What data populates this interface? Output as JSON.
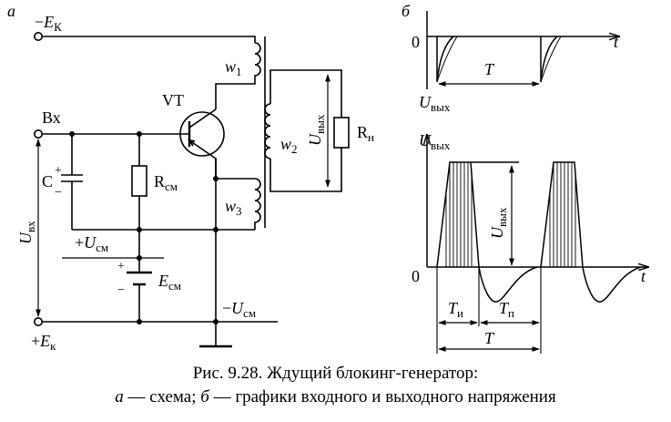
{
  "panel_a": {
    "letter": "а",
    "minus_ek": {
      "sign": "−",
      "sym": "E",
      "sub": "К"
    },
    "plus_ek": {
      "sign": "+",
      "sym": "E",
      "sub": "к"
    },
    "vx": "Вх",
    "vt": "VT",
    "w1": {
      "sym": "w",
      "sub": "1"
    },
    "w2": {
      "sym": "w",
      "sub": "2"
    },
    "w3": {
      "sym": "w",
      "sub": "3"
    },
    "rn": {
      "sym": "R",
      "sub": "н"
    },
    "uvyh": {
      "sym": "U",
      "sub": "вых"
    },
    "c": {
      "sym": "C",
      "plus": "+",
      "minus": "−"
    },
    "rsm": {
      "sym": "R",
      "sub": "см"
    },
    "uvx": {
      "sym": "U",
      "sub": "вх"
    },
    "plus_usm": {
      "sign": "+",
      "sym": "U",
      "sub": "см"
    },
    "minus_usm": {
      "sign": "−",
      "sym": "U",
      "sub": "см"
    },
    "esm": {
      "sym": "E",
      "sub": "см",
      "plus": "+",
      "minus": "−"
    }
  },
  "panel_b": {
    "letter": "б",
    "top": {
      "zero": "0",
      "t": "t",
      "T": "T",
      "ylabel": {
        "sym": "U",
        "sub": "вых"
      }
    },
    "bottom": {
      "zero": "0",
      "t": "t",
      "ylabel": {
        "sym": "U",
        "sub": "вых"
      },
      "amp": {
        "sym": "U",
        "sub": "вых"
      },
      "ti": {
        "sym": "T",
        "sub": "и"
      },
      "tp": {
        "sym": "T",
        "sub": "п"
      },
      "T": "T"
    }
  },
  "caption": {
    "line1": "Рис. 9.28. Ждущий блокинг-генератор:",
    "a": "а",
    "a_text": " — схема; ",
    "b": "б",
    "b_text": " — графики входного и выходного напряжения"
  }
}
